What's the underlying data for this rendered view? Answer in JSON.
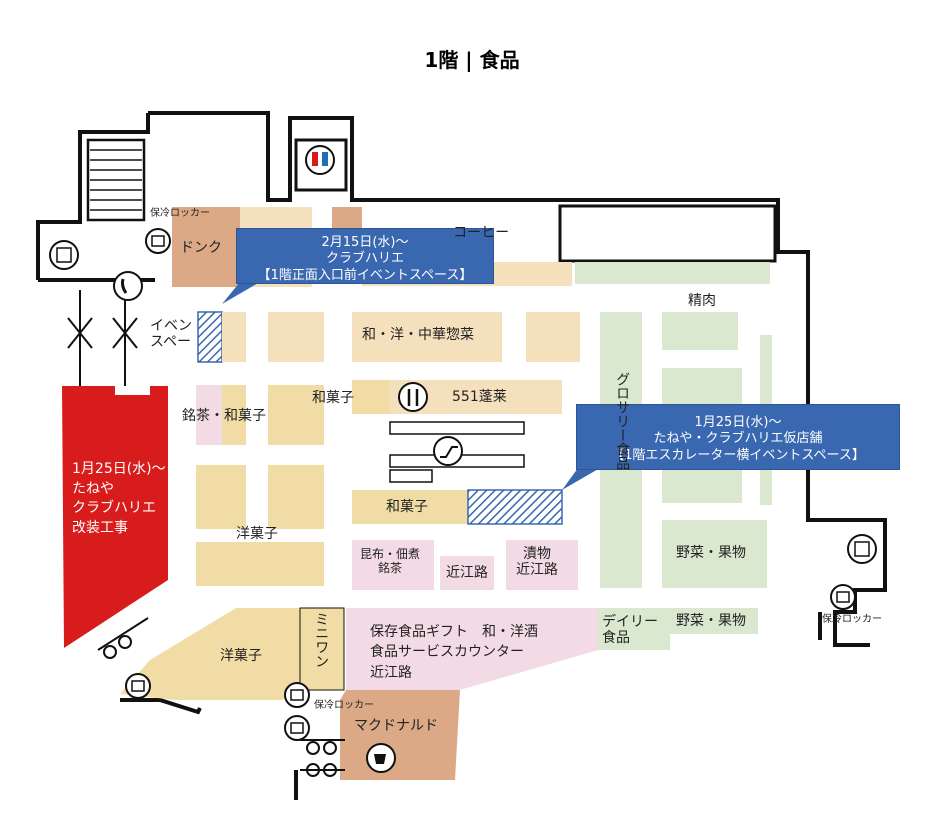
{
  "floor_title": "1階 | 食品",
  "callouts": {
    "top": {
      "lines": [
        "2月15日(水)～",
        "クラブハリエ",
        "【1階正面入口前イベントスペース】"
      ]
    },
    "right": {
      "lines": [
        "1月25日(水)～",
        "たねや・クラブハリエ仮店舗",
        "【1階エスカレーター横イベントスペース】"
      ]
    },
    "red": {
      "lines": [
        "1月25日(水)～",
        "たねや",
        "クラブハリエ",
        "改装工事"
      ]
    }
  },
  "labels": {
    "donku": "ドンク",
    "event_space": "イベン\nスペー",
    "coffee": "アロマシティコーヒー",
    "seiniku": "精肉",
    "wa_yo_chuka": "和・洋・中華惣菜",
    "wagashi_top": "和菓子",
    "horai": "551蓬莱",
    "meicha_wagashi": "銘茶・和菓子",
    "grocery": "グロサリー食品",
    "wagashi_mid": "和菓子",
    "yogashi_center": "洋菓子",
    "konbu": "昆布・佃煮\n銘茶",
    "oumiji_small": "近江路",
    "tsukemono": "漬物\n近江路",
    "yasai_right": "野菜・果物",
    "hozon": "保存食品ギフト　和・洋酒\n食品サービスカウンター\n近江路",
    "daily": "デイリー\n食品",
    "yasai_bottom": "野菜・果物",
    "yogashi_bottom": "洋菓子",
    "miniwan": "ミニワン",
    "mcdonald": "マクドナルド",
    "locker_top": "保冷ロッカー",
    "locker_bottom": "保冷ロッカー",
    "locker_right": "保冷ロッカー"
  },
  "colors": {
    "wall": "#111111",
    "tan": "#f5e0bd",
    "food": "#f0dca4",
    "green": "#d9e8cf",
    "pink": "#f3dbe6",
    "brown": "#dba986",
    "red": "#d81c1c",
    "blue": "#3a68b0"
  }
}
